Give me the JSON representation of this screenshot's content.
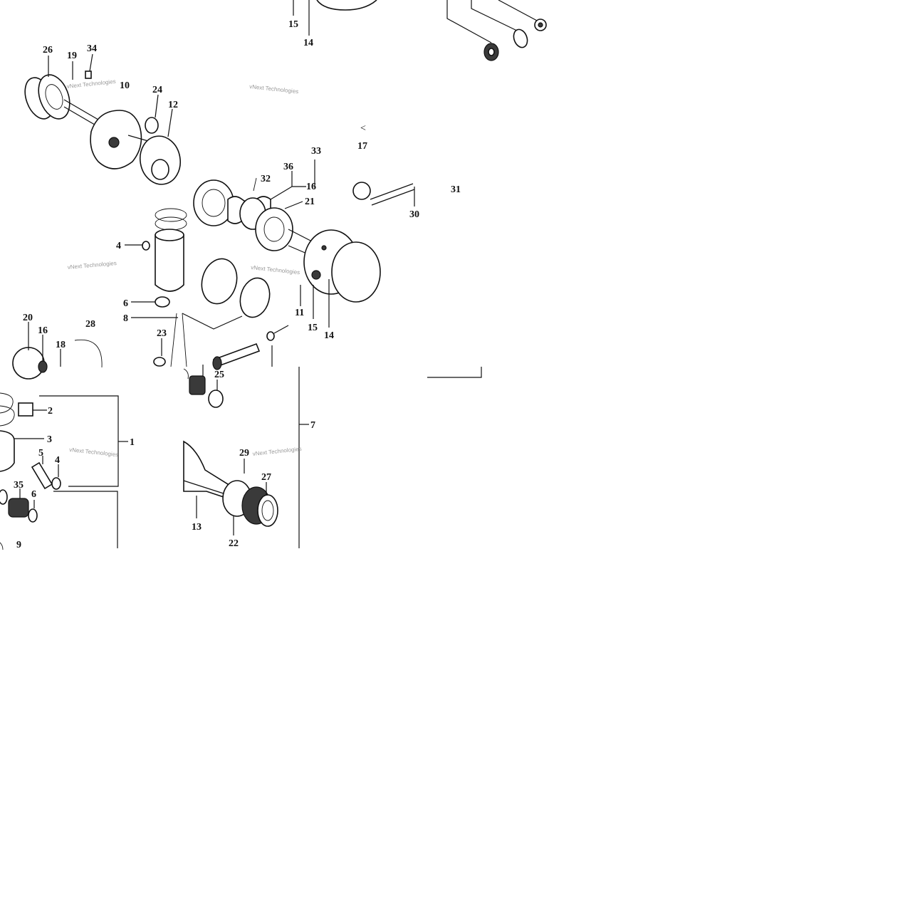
{
  "diagram": {
    "watermark": "vNext Technologies",
    "part_numbers": [
      "1",
      "2",
      "3",
      "4",
      "5",
      "6",
      "7",
      "8",
      "9",
      "10",
      "11",
      "12",
      "13",
      "14",
      "15",
      "16",
      "17",
      "18",
      "19",
      "20",
      "21",
      "22",
      "23",
      "24",
      "25",
      "26",
      "27",
      "28",
      "29",
      "30",
      "31",
      "32",
      "33",
      "34",
      "35",
      "36"
    ],
    "glyph": "<"
  }
}
